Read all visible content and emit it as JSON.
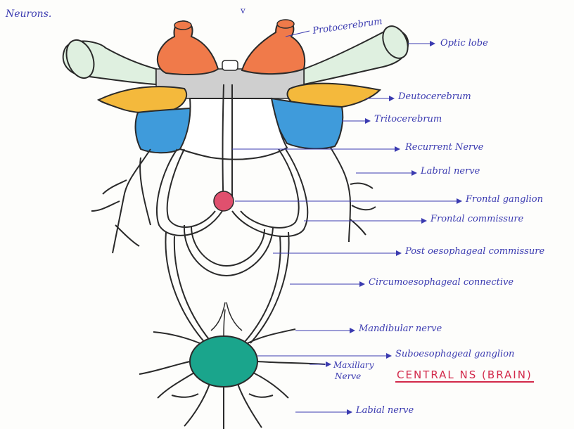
{
  "page": {
    "heading": "Neurons.",
    "stamp": "CENTRAL NS (BRAIN)"
  },
  "labels": {
    "protocerebrum": "Protocerebrum",
    "optic_lobe": "Optic lobe",
    "deutocerebrum": "Deutocerebrum",
    "tritocerebrum": "Tritocerebrum",
    "recurrent_nerve": "Recurrent Nerve",
    "labral_nerve": "Labral nerve",
    "frontal_ganglion": "Frontal ganglion",
    "frontal_commissure": "Frontal commissure",
    "post_oesophageal_commissure": "Post oesophageal commissure",
    "circumoesophageal_connective": "Circumoesophageal connective",
    "mandibular_nerve": "Mandibular nerve",
    "suboesophageal_ganglion": "Suboesophageal ganglion",
    "maxillary_nerve_line1": "Maxillary",
    "maxillary_nerve_line2": "Nerve",
    "labial_nerve": "Labial nerve"
  },
  "colors": {
    "protocerebrum": "#f07a4a",
    "optic_lobe": "#dff0e0",
    "deutocerebrum": "#f4b93c",
    "tritocerebrum": "#3f9bdb",
    "frontal_ganglion": "#e0506e",
    "suboesophageal_ganglion": "#1aa58c",
    "bridge": "#cfcfcf",
    "ink": "#2a2a2a",
    "label_ink": "#3a3ab0",
    "stamp": "#d2294a"
  }
}
